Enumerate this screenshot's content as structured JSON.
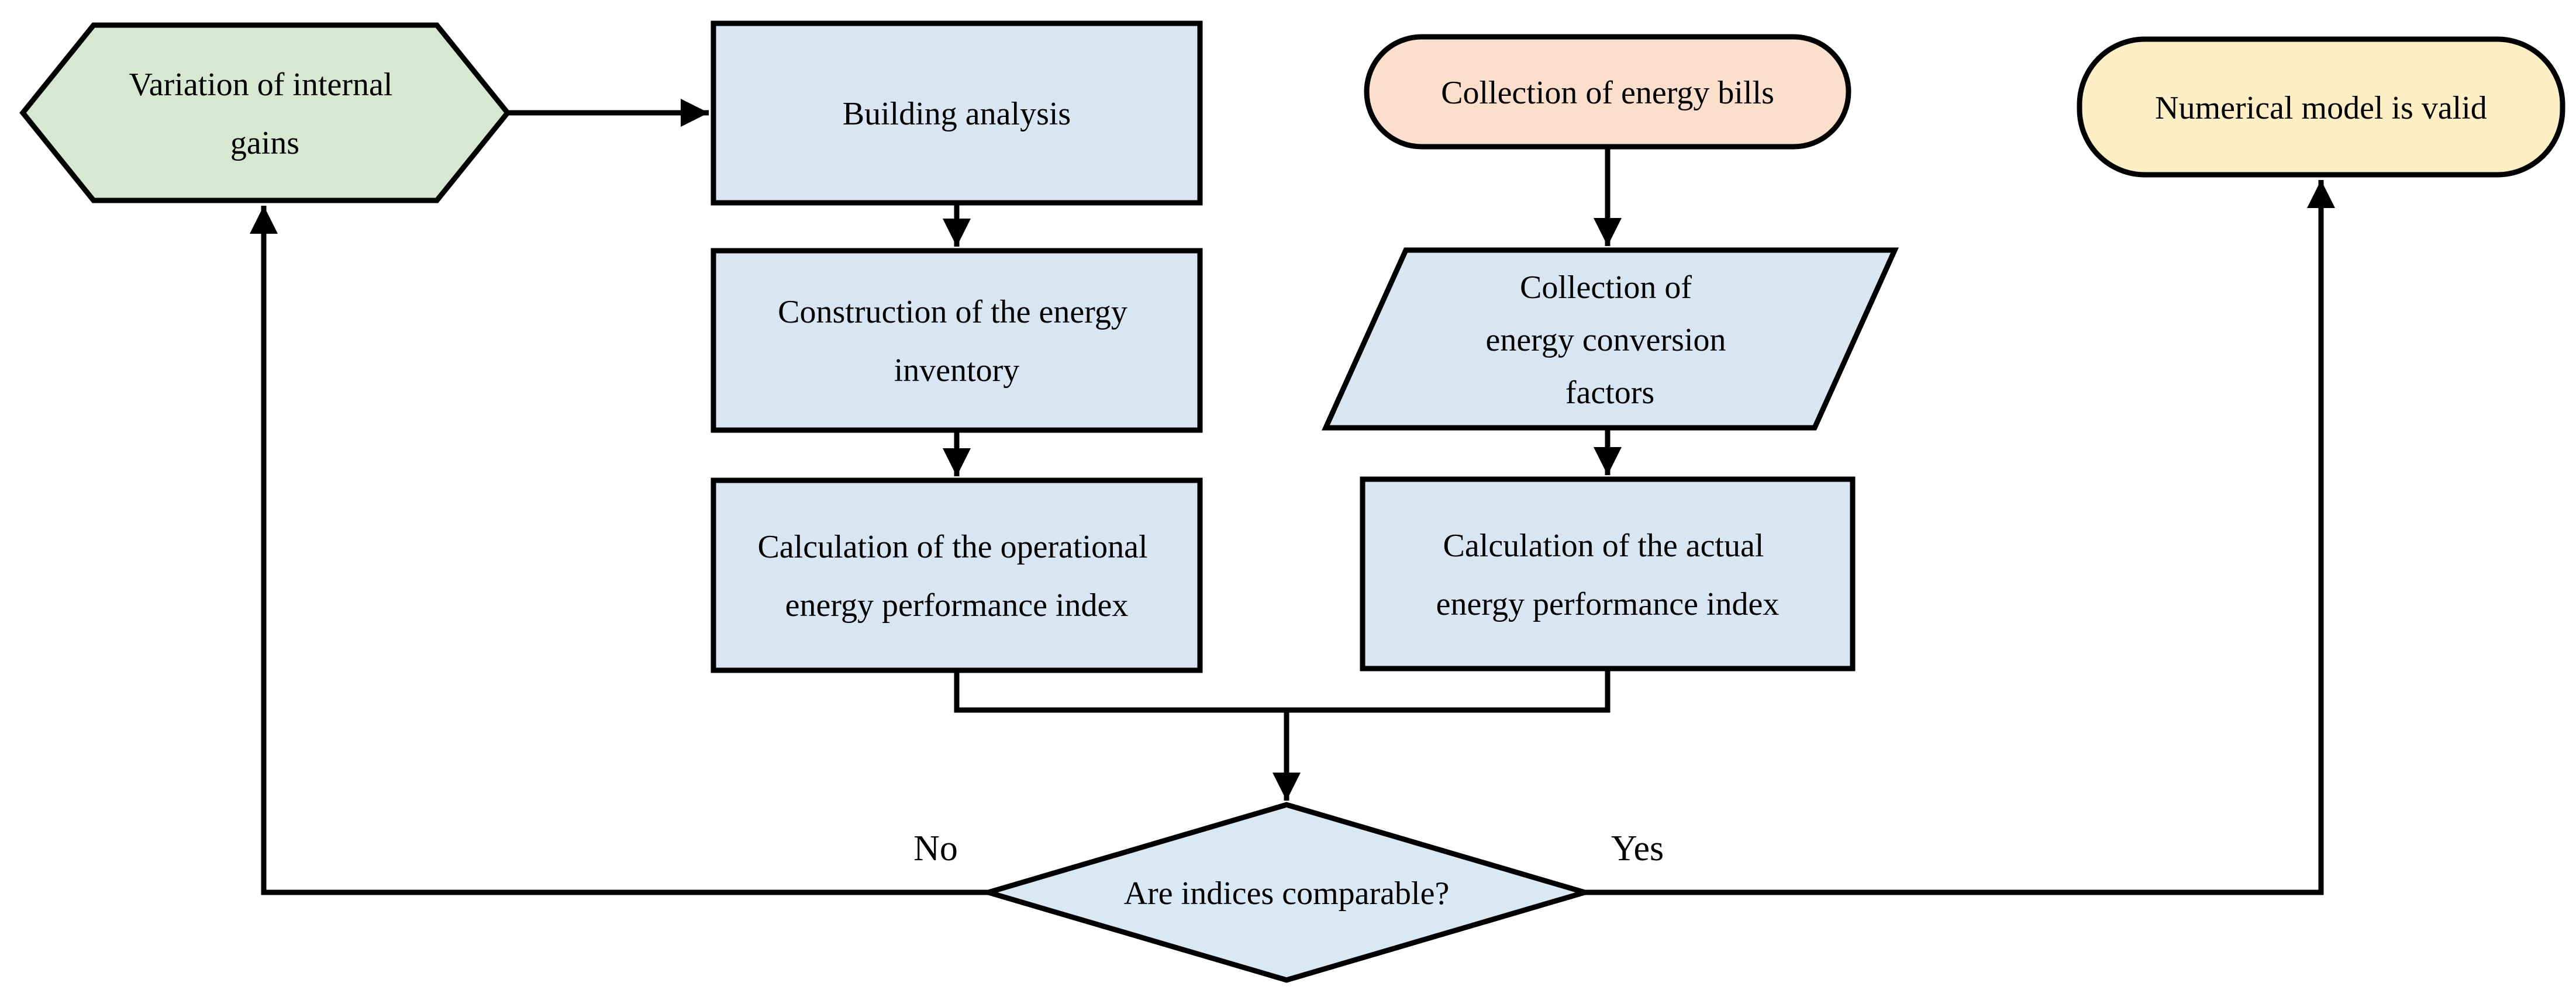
{
  "figure": {
    "type": "flowchart",
    "description": "Energy model validation flowchart comparing operational and actual energy performance indices"
  },
  "colors": {
    "process_fill": "#d8e6f3",
    "loop_fill": "#d7e8d1",
    "start_fill": "#fbdfcc",
    "end_fill": "#fcefc6",
    "decision_fill": "#d9e8f5",
    "stroke": "#000000",
    "text": "#000000",
    "background": "#ffffff"
  },
  "nodes": {
    "variation": {
      "shape": "hexagon",
      "label": "Variation of internal gains",
      "lines": [
        "Variation of internal",
        "gains"
      ]
    },
    "building": {
      "shape": "rectangle",
      "label": "Building analysis"
    },
    "construction": {
      "shape": "rectangle",
      "label": "Construction of the energy inventory",
      "lines": [
        "Construction of the energy",
        "inventory"
      ]
    },
    "calc_operational": {
      "shape": "rectangle",
      "label": "Calculation of the operational energy performance index",
      "lines": [
        "Calculation of the operational",
        "energy performance index"
      ]
    },
    "bills": {
      "shape": "rounded-rectangle",
      "label": "Collection of energy bills"
    },
    "factors": {
      "shape": "parallelogram",
      "label": "Collection of energy conversion factors",
      "lines": [
        "Collection of",
        "energy conversion",
        "factors"
      ]
    },
    "calc_actual": {
      "shape": "rectangle",
      "label": "Calculation of the actual energy performance index",
      "lines": [
        "Calculation of the actual",
        "energy performance index"
      ]
    },
    "decision": {
      "shape": "diamond",
      "label": "Are indices comparable?"
    },
    "valid": {
      "shape": "rounded-rectangle",
      "label": "Numerical model is valid"
    }
  },
  "edge_labels": {
    "no": "No",
    "yes": "Yes"
  },
  "flow": [
    {
      "from": "variation",
      "to": "building"
    },
    {
      "from": "building",
      "to": "construction"
    },
    {
      "from": "construction",
      "to": "calc_operational"
    },
    {
      "from": "bills",
      "to": "factors"
    },
    {
      "from": "factors",
      "to": "calc_actual"
    },
    {
      "from": "calc_operational",
      "to": "decision"
    },
    {
      "from": "calc_actual",
      "to": "decision"
    },
    {
      "from": "decision",
      "to": "variation",
      "label": "No"
    },
    {
      "from": "decision",
      "to": "valid",
      "label": "Yes"
    }
  ]
}
